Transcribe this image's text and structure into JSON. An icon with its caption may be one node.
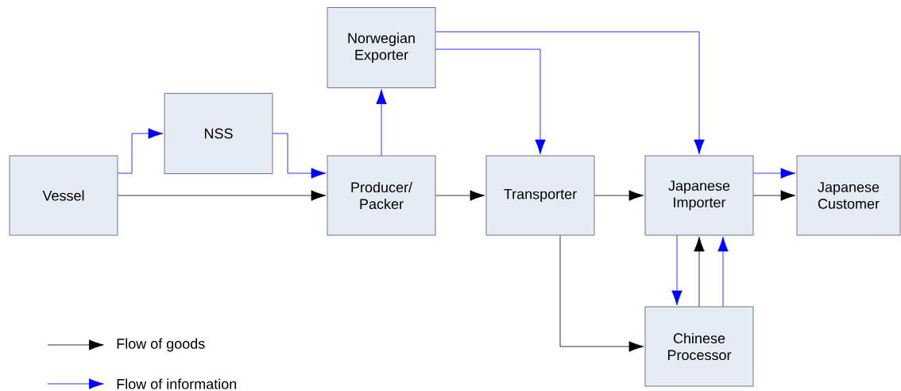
{
  "diagram": {
    "nodes": [
      {
        "text": [
          "Vessel"
        ]
      },
      {
        "text": [
          "NSS"
        ]
      },
      {
        "text": [
          "Norwegian Exporter"
        ]
      },
      {
        "text": [
          "Producer/ Packer"
        ]
      },
      {
        "text": [
          "Transporter"
        ]
      },
      {
        "text": [
          "Japanese Importer"
        ]
      },
      {
        "text": [
          "Japanese Customer"
        ]
      },
      {
        "text": [
          "Chinese Processor"
        ]
      }
    ],
    "edges": [
      {
        "from": 0,
        "to": 1,
        "arrow": "to"
      },
      {
        "from": 1,
        "to": 3,
        "arrow": "to"
      },
      {
        "from": 0,
        "to": 3,
        "arrow": "to",
        "color": "#000000"
      },
      {
        "from": 3,
        "to": 2,
        "arrow": "to"
      },
      {
        "from": 2,
        "to": 4,
        "arrow": "to"
      },
      {
        "from": 2,
        "to": 5,
        "arrow": "to"
      },
      {
        "from": 3,
        "to": 4,
        "arrow": "to",
        "color": "#000000"
      },
      {
        "from": 4,
        "to": 5,
        "arrow": "to",
        "color": "#000000"
      },
      {
        "from": 5,
        "to": 6,
        "arrow": "to"
      },
      {
        "from": 5,
        "to": 6,
        "arrow": "to",
        "color": "#000000"
      },
      {
        "from": 5,
        "to": 7,
        "arrow": "to"
      },
      {
        "from": 7,
        "to": 5,
        "arrow": "to",
        "color": "#000000"
      },
      {
        "from": 7,
        "to": 5,
        "arrow": "to"
      },
      {
        "from": 4,
        "to": 7,
        "arrow": "to",
        "color": "#000000"
      }
    ],
    "legend": [
      {
        "text": "Flow of goods"
      },
      {
        "text": "Flow of information"
      }
    ]
  }
}
